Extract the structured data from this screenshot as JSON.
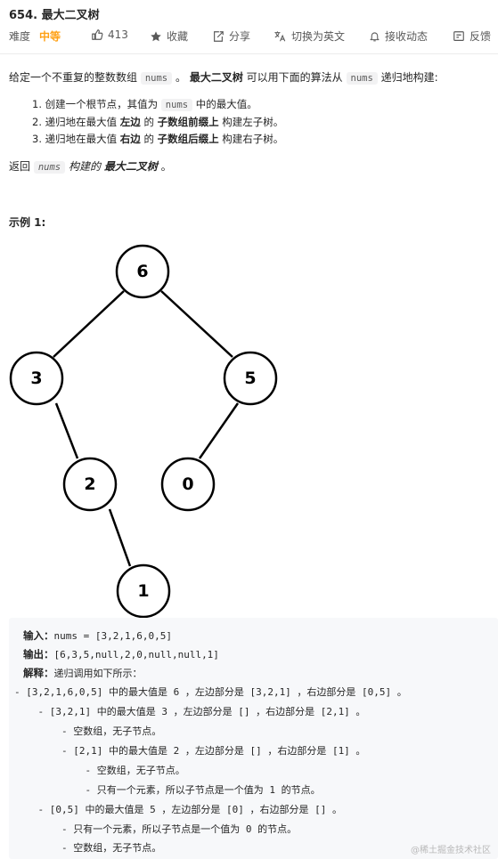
{
  "problem": {
    "title": "654. 最大二叉树"
  },
  "meta": {
    "difficulty_label": "难度",
    "difficulty_value": "中等",
    "likes": "413",
    "favorite": "收藏",
    "share": "分享",
    "switch_lang": "切换为英文",
    "notify": "接收动态",
    "feedback": "反馈"
  },
  "description": {
    "intro_1": "给定一个不重复的整数数组",
    "nums": "nums",
    "intro_2": "。",
    "intro_bold": "最大二叉树",
    "intro_3": "可以用下面的算法从",
    "intro_4": "递归地构建:",
    "steps": [
      {
        "a": "1. 创建一个根节点，其值为",
        "code": "nums",
        "b": "中的最大值。"
      },
      {
        "a": "2. 递归地在最大值",
        "bold1": "左边",
        "mid": "的",
        "bold2": "子数组前缀上",
        "b": "构建左子树。"
      },
      {
        "a": "3. 递归地在最大值",
        "bold1": "右边",
        "mid": "的",
        "bold2": "子数组后缀上",
        "b": "构建右子树。"
      }
    ],
    "return_1": "返回",
    "return_2": "构建的",
    "return_bold": "最大二叉树",
    "return_3": "。"
  },
  "example": {
    "title": "示例 1:",
    "tree_nodes": [
      "6",
      "3",
      "5",
      "2",
      "0",
      "1"
    ],
    "input_label": "输入：",
    "input_value": "nums = [3,2,1,6,0,5]",
    "output_label": "输出：",
    "output_value": "[6,3,5,null,2,0,null,null,1]",
    "explain_label": "解释：",
    "explain_value": "递归调用如下所示：",
    "lines": [
      "- [3,2,1,6,0,5] 中的最大值是 6 ，左边部分是 [3,2,1] ，右边部分是 [0,5] 。",
      "    - [3,2,1] 中的最大值是 3 ，左边部分是 [] ，右边部分是 [2,1] 。",
      "        - 空数组，无子节点。",
      "        - [2,1] 中的最大值是 2 ，左边部分是 [] ，右边部分是 [1] 。",
      "            - 空数组，无子节点。",
      "            - 只有一个元素，所以子节点是一个值为 1 的节点。",
      "    - [0,5] 中的最大值是 5 ，左边部分是 [0] ，右边部分是 [] 。",
      "        - 只有一个元素，所以子节点是一个值为 0 的节点。",
      "        - 空数组，无子节点。"
    ]
  },
  "watermark": "@稀土掘金技术社区"
}
